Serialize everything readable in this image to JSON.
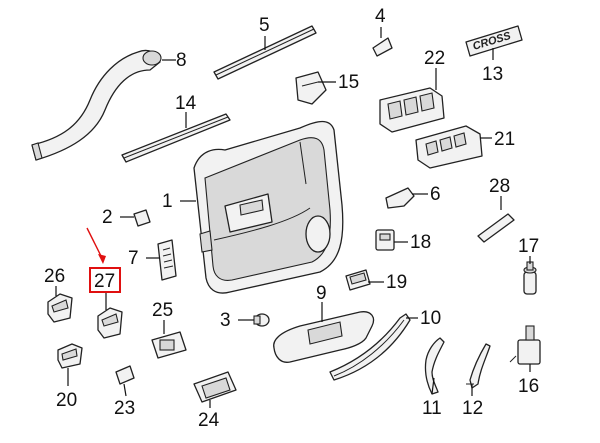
{
  "diagram": {
    "labels": [
      {
        "id": "1",
        "text": "1"
      },
      {
        "id": "2",
        "text": "2"
      },
      {
        "id": "3",
        "text": "3"
      },
      {
        "id": "4",
        "text": "4"
      },
      {
        "id": "5",
        "text": "5"
      },
      {
        "id": "6",
        "text": "6"
      },
      {
        "id": "7",
        "text": "7"
      },
      {
        "id": "8",
        "text": "8"
      },
      {
        "id": "9",
        "text": "9"
      },
      {
        "id": "10",
        "text": "10"
      },
      {
        "id": "11",
        "text": "11"
      },
      {
        "id": "12",
        "text": "12"
      },
      {
        "id": "13",
        "text": "13"
      },
      {
        "id": "14",
        "text": "14"
      },
      {
        "id": "15",
        "text": "15"
      },
      {
        "id": "16",
        "text": "16"
      },
      {
        "id": "17",
        "text": "17"
      },
      {
        "id": "18",
        "text": "18"
      },
      {
        "id": "19",
        "text": "19"
      },
      {
        "id": "20",
        "text": "20"
      },
      {
        "id": "21",
        "text": "21"
      },
      {
        "id": "22",
        "text": "22"
      },
      {
        "id": "23",
        "text": "23"
      },
      {
        "id": "24",
        "text": "24"
      },
      {
        "id": "25",
        "text": "25"
      },
      {
        "id": "26",
        "text": "26"
      },
      {
        "id": "27",
        "text": "27"
      },
      {
        "id": "28",
        "text": "28"
      }
    ],
    "highlighted_label": "27",
    "badge_text": "CROSS",
    "highlight_color": "#e01010"
  }
}
